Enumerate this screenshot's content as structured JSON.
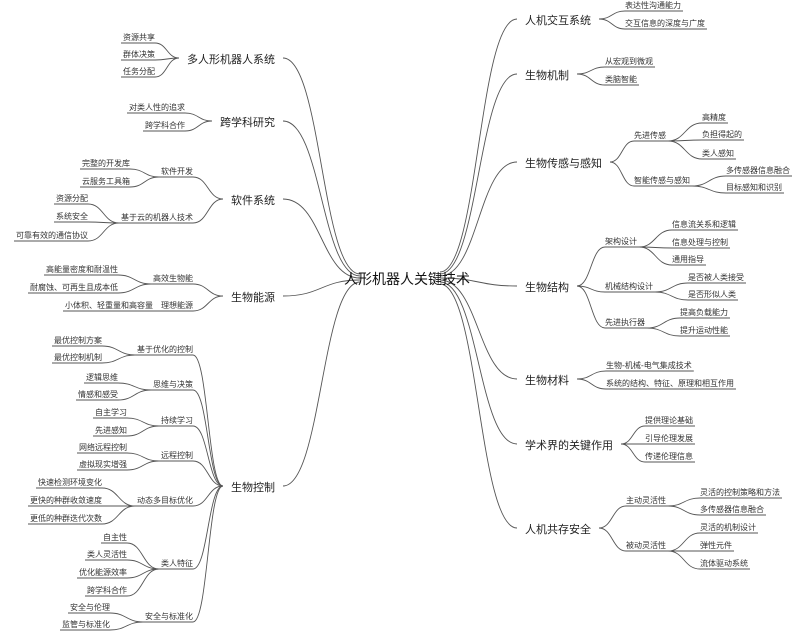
{
  "root": "人形机器人关键技术",
  "left": [
    {
      "label": "多人形机器人系统",
      "children": [
        {
          "label": "资源共享"
        },
        {
          "label": "群体决策"
        },
        {
          "label": "任务分配"
        }
      ]
    },
    {
      "label": "跨学科研究",
      "children": [
        {
          "label": "对类人性的追求"
        },
        {
          "label": "跨学科合作"
        }
      ]
    },
    {
      "label": "软件系统",
      "children": [
        {
          "label": "软件开发",
          "children": [
            {
              "label": "完整的开发库"
            },
            {
              "label": "云服务工具箱"
            }
          ]
        },
        {
          "label": "基于云的机器人技术",
          "children": [
            {
              "label": "资源分配"
            },
            {
              "label": "系统安全"
            },
            {
              "label": "可靠有效的通信协议"
            }
          ]
        }
      ]
    },
    {
      "label": "生物能源",
      "children": [
        {
          "label": "高效生物能",
          "children": [
            {
              "label": "高能量密度和耐温性"
            },
            {
              "label": "耐腐蚀、可再生且成本低"
            }
          ]
        },
        {
          "label": "理想能源",
          "children": [
            {
              "label": "小体积、轻重量和高容量"
            }
          ]
        }
      ]
    },
    {
      "label": "生物控制",
      "children": [
        {
          "label": "基于优化的控制",
          "children": [
            {
              "label": "最优控制方案"
            },
            {
              "label": "最优控制机制"
            }
          ]
        },
        {
          "label": "思维与决策",
          "children": [
            {
              "label": "逻辑思维"
            },
            {
              "label": "情感和感受"
            }
          ]
        },
        {
          "label": "持续学习",
          "children": [
            {
              "label": "自主学习"
            },
            {
              "label": "先进感知"
            }
          ]
        },
        {
          "label": "远程控制",
          "children": [
            {
              "label": "网络远程控制"
            },
            {
              "label": "虚拟现实增强"
            }
          ]
        },
        {
          "label": "动态多目标优化",
          "children": [
            {
              "label": "快速检测环境变化"
            },
            {
              "label": "更快的种群收敛速度"
            },
            {
              "label": "更低的种群迭代次数"
            }
          ]
        },
        {
          "label": "类人特征",
          "children": [
            {
              "label": "自主性"
            },
            {
              "label": "类人灵活性"
            },
            {
              "label": "优化能源效率"
            },
            {
              "label": "跨学科合作"
            }
          ]
        },
        {
          "label": "安全与标准化",
          "children": [
            {
              "label": "安全与伦理"
            },
            {
              "label": "监管与标准化"
            }
          ]
        }
      ]
    }
  ],
  "right": [
    {
      "label": "人机交互系统",
      "children": [
        {
          "label": "表达性沟通能力"
        },
        {
          "label": "交互信息的深度与广度"
        }
      ]
    },
    {
      "label": "生物机制",
      "children": [
        {
          "label": "从宏观到微观"
        },
        {
          "label": "类脑智能"
        }
      ]
    },
    {
      "label": "生物传感与感知",
      "children": [
        {
          "label": "先进传感",
          "children": [
            {
              "label": "高精度"
            },
            {
              "label": "负担得起的"
            },
            {
              "label": "类人感知"
            }
          ]
        },
        {
          "label": "智能传感与感知",
          "children": [
            {
              "label": "多传感器信息融合"
            },
            {
              "label": "目标感知和识别"
            }
          ]
        }
      ]
    },
    {
      "label": "生物结构",
      "children": [
        {
          "label": "架构设计",
          "children": [
            {
              "label": "信息流关系和逻辑"
            },
            {
              "label": "信息处理与控制"
            },
            {
              "label": "通用指导"
            }
          ]
        },
        {
          "label": "机械结构设计",
          "children": [
            {
              "label": "是否被人类接受"
            },
            {
              "label": "是否形似人类"
            }
          ]
        },
        {
          "label": "先进执行器",
          "children": [
            {
              "label": "提高负载能力"
            },
            {
              "label": "提升运动性能"
            }
          ]
        }
      ]
    },
    {
      "label": "生物材料",
      "children": [
        {
          "label": "生物-机械-电气集成技术"
        },
        {
          "label": "系统的结构、特征、原理和相互作用"
        }
      ]
    },
    {
      "label": "学术界的关键作用",
      "children": [
        {
          "label": "提供理论基础"
        },
        {
          "label": "引导伦理发展"
        },
        {
          "label": "传递伦理信息"
        }
      ]
    },
    {
      "label": "人机共存安全",
      "children": [
        {
          "label": "主动灵活性",
          "children": [
            {
              "label": "灵活的控制策略和方法"
            },
            {
              "label": "多传感器信息融合"
            }
          ]
        },
        {
          "label": "被动灵活性",
          "children": [
            {
              "label": "灵活的机制设计"
            },
            {
              "label": "弹性元件"
            },
            {
              "label": "流体驱动系统"
            }
          ]
        }
      ]
    }
  ]
}
